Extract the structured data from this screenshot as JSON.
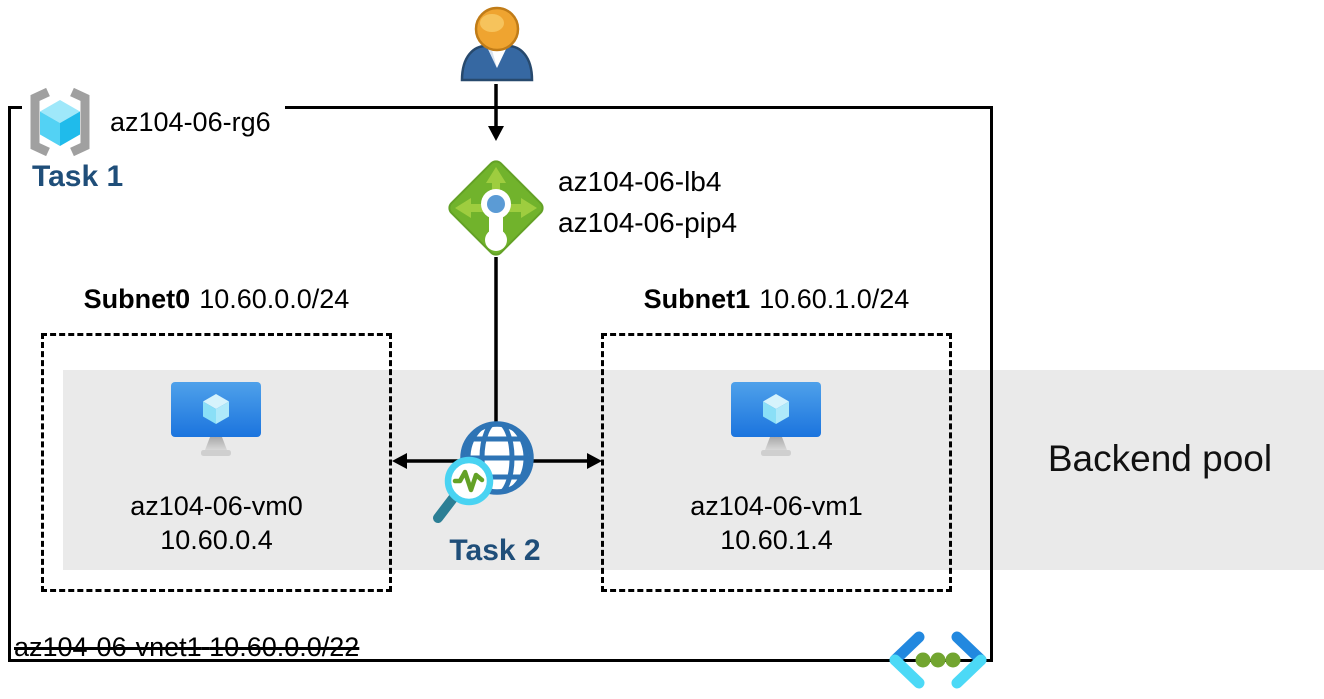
{
  "resource_group": {
    "label": "az104-06-rg6"
  },
  "tasks": {
    "task1": "Task 1",
    "task2": "Task 2"
  },
  "load_balancer": {
    "name": "az104-06-lb4",
    "public_ip": "az104-06-pip4"
  },
  "subnet0": {
    "name": "Subnet0",
    "cidr": "10.60.0.0/24",
    "vm_name": "az104-06-vm0",
    "vm_ip": "10.60.0.4"
  },
  "subnet1": {
    "name": "Subnet1",
    "cidr": "10.60.1.0/24",
    "vm_name": "az104-06-vm1",
    "vm_ip": "10.60.1.4"
  },
  "backend_pool": {
    "label": "Backend pool"
  },
  "vnet": {
    "name": "az104-06-vnet1",
    "cidr": "10.60.0.0/22"
  },
  "icons": {
    "user": "user-icon",
    "resource_group": "resource-group-icon",
    "load_balancer": "load-balancer-icon",
    "virtual_machine": "vm-icon",
    "network_watcher": "network-watcher-icon",
    "code": "code-icon"
  },
  "colors": {
    "task_text": "#1F4E79",
    "band_gray": "#EAEAEA",
    "border_black": "#000000",
    "lb_diamond_green": "#71B32C",
    "lb_arrow_green": "#9ECD3F",
    "lb_dot_blue": "#5B9BD5",
    "globe_blue": "#2E74B5",
    "magnifier_cyan": "#49D3F2",
    "pulse_green": "#63A126",
    "handle_teal": "#2C7F95",
    "monitor_blue": "#1B74DE",
    "cube_cyan": "#8ADFF7",
    "person_orange": "#EFA430",
    "person_blue": "#3668A2",
    "bracket_gray": "#A0A0A0",
    "code_blue": "#2288DF",
    "code_cyan": "#4CD9F6",
    "code_dot_green": "#72A530"
  }
}
